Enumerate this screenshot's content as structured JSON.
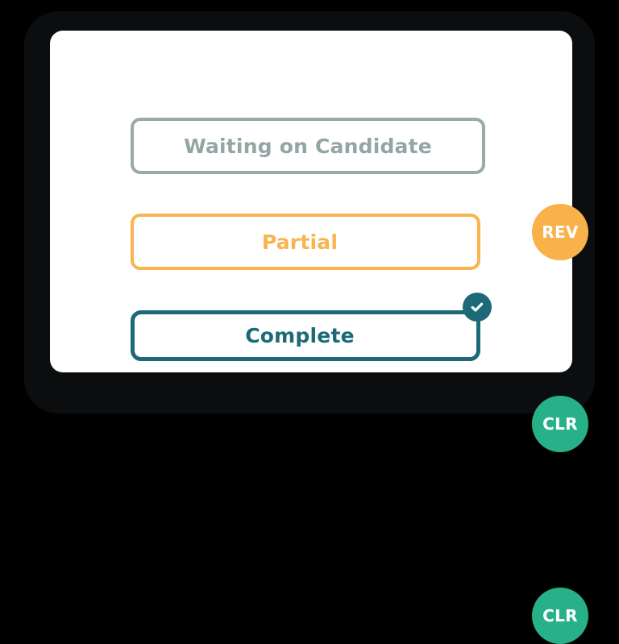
{
  "screen": {
    "background_color": "#000000",
    "bezel_color": "#0b0d0e",
    "panel_color": "#ffffff"
  },
  "colors": {
    "gray": "#9aaaaa",
    "gray_text": "#93a5a5",
    "amber": "#f9b44f",
    "amber_circle": "#f7b24c",
    "teal": "#1c6a77",
    "green": "#28b189",
    "white": "#ffffff"
  },
  "status_rows": [
    {
      "id": "waiting-on-candidate",
      "label": "Waiting on Candidate",
      "state": "inactive",
      "border_color": "#9aaaaa",
      "text_color": "#93a5a5",
      "selected": false,
      "action": {
        "id": "rev",
        "label": "REV",
        "color": "#f7b24c",
        "icon_name": "review-badge"
      }
    },
    {
      "id": "partial",
      "label": "Partial",
      "state": "partial",
      "border_color": "#f9b44f",
      "text_color": "#f9b44f",
      "selected": false,
      "action": {
        "id": "clr-partial",
        "label": "CLR",
        "color": "#28b189",
        "icon_name": "clear-badge"
      }
    },
    {
      "id": "complete",
      "label": "Complete",
      "state": "complete",
      "border_color": "#1c6a77",
      "text_color": "#1c6a77",
      "selected": true,
      "badge_icon_name": "checkmark-icon",
      "action": {
        "id": "clr-complete",
        "label": "CLR",
        "color": "#28b189",
        "icon_name": "clear-badge"
      }
    }
  ]
}
